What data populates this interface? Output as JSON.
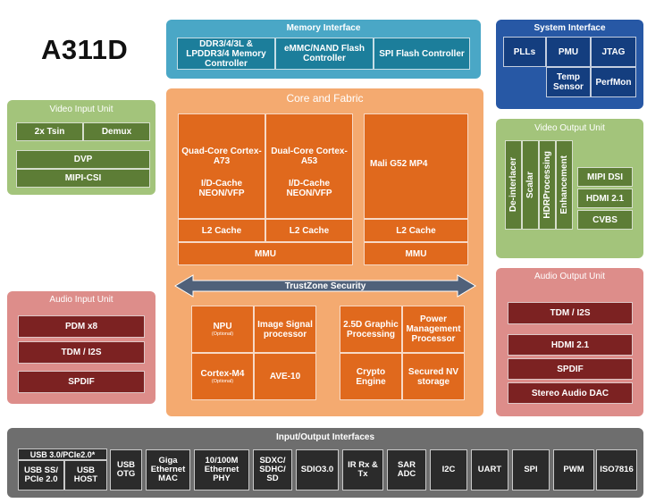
{
  "chip_name": "A311D",
  "memory": {
    "title": "Memory Interface",
    "items": [
      "DDR3/4/3L & LPDDR3/4 Memory Controller",
      "eMMC/NAND Flash Controller",
      "SPI Flash Controller"
    ]
  },
  "system": {
    "title": "System Interface",
    "items": [
      "PLLs",
      "PMU",
      "JTAG",
      "Temp Sensor",
      "PerfMon"
    ]
  },
  "video_input": {
    "title": "Video Input Unit",
    "items": [
      "2x Tsin",
      "Demux",
      "DVP",
      "MIPI-CSI"
    ]
  },
  "audio_input": {
    "title": "Audio Input Unit",
    "items": [
      "PDM x8",
      "TDM / I2S",
      "SPDIF"
    ]
  },
  "core": {
    "title": "Core and Fabric",
    "a73_name": "Quad-Core Cortex-A73",
    "a73_features": "I/D-Cache NEON/VFP",
    "a53_name": "Dual-Core Cortex-A53",
    "a53_features": "I/D-Cache NEON/VFP",
    "l2_cache": "L2 Cache",
    "mmu": "MMU",
    "gpu": "Mali G52 MP4",
    "gpu_l2": "L2 Cache",
    "gpu_mmu": "MMU",
    "trustzone": "TrustZone Security",
    "npu": "NPU",
    "optional": "(Optional)",
    "isp": "Image Signal processor",
    "cortex_m4": "Cortex-M4",
    "ave": "AVE-10",
    "graphic": "2.5D Graphic Processing",
    "pmp": "Power Management Processor",
    "crypto": "Crypto Engine",
    "secured_nv": "Secured NV storage"
  },
  "video_output": {
    "title": "Video Output Unit",
    "vertical": [
      "De-interlacer",
      "Scalar",
      "HDRProcessing",
      "Enhancement"
    ],
    "items": [
      "MIPI DSI",
      "HDMI 2.1",
      "CVBS"
    ]
  },
  "audio_output": {
    "title": "Audio Output Unit",
    "items": [
      "TDM / I2S",
      "HDMI 2.1",
      "SPDIF",
      "Stereo Audio DAC"
    ]
  },
  "io": {
    "title": "Input/Output Interfaces",
    "usb3_label": "USB 3.0/PCIe2.0*",
    "items": [
      "USB SS/ PCIe 2.0",
      "USB HOST",
      "USB OTG",
      "Giga Ethernet MAC",
      "10/100M Ethernet PHY",
      "SDXC/ SDHC/ SD",
      "SDIO3.0",
      "IR Rx & Tx",
      "SAR ADC",
      "I2C",
      "UART",
      "SPI",
      "PWM",
      "ISO7816"
    ]
  },
  "colors": {
    "memory": "#4aa7c6",
    "system": "#2758a5",
    "video": "#a3c47b",
    "audio": "#dd8d8a",
    "core": "#f4aa70",
    "core_block": "#e0691d",
    "io": "#6e6e6e"
  }
}
